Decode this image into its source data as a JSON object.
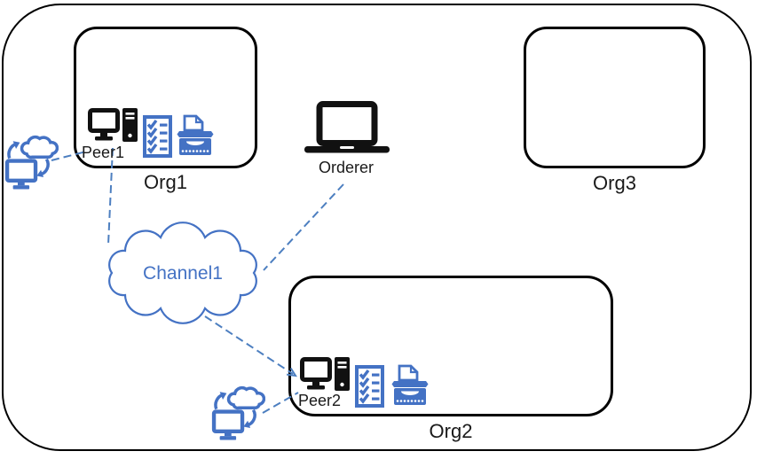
{
  "diagram_type": "blockchain-network-architecture",
  "orgs": [
    {
      "label": "Org1"
    },
    {
      "label": "Org2"
    },
    {
      "label": "Org3",
      "empty": true
    }
  ],
  "nodes": {
    "peer1": {
      "label": "Peer1",
      "org": "Org1",
      "icons": [
        "workstation",
        "ledger-checklist",
        "typewriter"
      ]
    },
    "peer2": {
      "label": "Peer2",
      "org": "Org2",
      "icons": [
        "workstation",
        "ledger-checklist",
        "typewriter"
      ]
    },
    "orderer": {
      "label": "Orderer",
      "icon": "laptop"
    },
    "channel1": {
      "label": "Channel1",
      "shape": "cloud"
    }
  },
  "clients": [
    {
      "name": "cloud-sync-client-left",
      "icon": "cloud-sync",
      "near": "Peer1"
    },
    {
      "name": "cloud-sync-client-bottom",
      "icon": "cloud-sync",
      "near": "Peer2"
    }
  ],
  "connections": [
    {
      "from": "cloud-sync-client-left",
      "to": "peer1",
      "style": "dashed"
    },
    {
      "from": "peer1",
      "to": "channel1",
      "style": "dashed"
    },
    {
      "from": "orderer",
      "to": "channel1",
      "style": "dashed"
    },
    {
      "from": "channel1",
      "to": "peer2",
      "style": "dashed",
      "arrow": true
    },
    {
      "from": "cloud-sync-client-bottom",
      "to": "peer2",
      "style": "dashed"
    }
  ],
  "colors": {
    "accent_blue": "#4472C4",
    "line_blue": "#4d7fc0",
    "outline_black": "#111111",
    "background": "#ffffff"
  }
}
